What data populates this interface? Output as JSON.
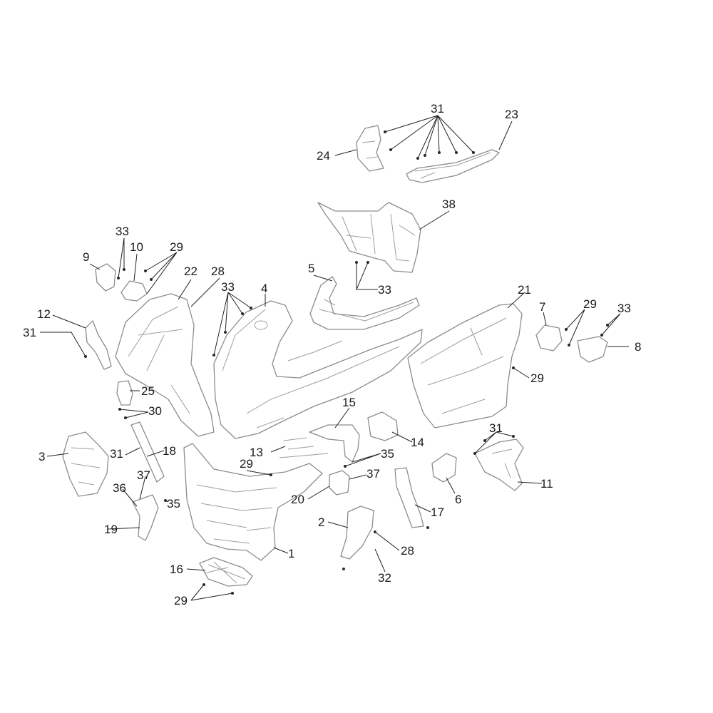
{
  "diagram": {
    "callouts": [
      {
        "id": "c1",
        "label": "1"
      },
      {
        "id": "c2",
        "label": "2"
      },
      {
        "id": "c3",
        "label": "3"
      },
      {
        "id": "c4",
        "label": "4"
      },
      {
        "id": "c5",
        "label": "5"
      },
      {
        "id": "c6",
        "label": "6"
      },
      {
        "id": "c7",
        "label": "7"
      },
      {
        "id": "c8",
        "label": "8"
      },
      {
        "id": "c9",
        "label": "9"
      },
      {
        "id": "c10",
        "label": "10"
      },
      {
        "id": "c11",
        "label": "11"
      },
      {
        "id": "c12",
        "label": "12"
      },
      {
        "id": "c13",
        "label": "13"
      },
      {
        "id": "c14",
        "label": "14"
      },
      {
        "id": "c15",
        "label": "15"
      },
      {
        "id": "c16",
        "label": "16"
      },
      {
        "id": "c17",
        "label": "17"
      },
      {
        "id": "c18",
        "label": "18"
      },
      {
        "id": "c19",
        "label": "19"
      },
      {
        "id": "c20",
        "label": "20"
      },
      {
        "id": "c21",
        "label": "21"
      },
      {
        "id": "c22",
        "label": "22"
      },
      {
        "id": "c23",
        "label": "23"
      },
      {
        "id": "c24",
        "label": "24"
      },
      {
        "id": "c25",
        "label": "25"
      },
      {
        "id": "c28a",
        "label": "28"
      },
      {
        "id": "c28b",
        "label": "28"
      },
      {
        "id": "c29a",
        "label": "29"
      },
      {
        "id": "c29b",
        "label": "29"
      },
      {
        "id": "c29c",
        "label": "29"
      },
      {
        "id": "c29d",
        "label": "29"
      },
      {
        "id": "c29e",
        "label": "29"
      },
      {
        "id": "c30",
        "label": "30"
      },
      {
        "id": "c31a",
        "label": "31"
      },
      {
        "id": "c31b",
        "label": "31"
      },
      {
        "id": "c31c",
        "label": "31"
      },
      {
        "id": "c31d",
        "label": "31"
      },
      {
        "id": "c32",
        "label": "32"
      },
      {
        "id": "c33a",
        "label": "33"
      },
      {
        "id": "c33b",
        "label": "33"
      },
      {
        "id": "c33c",
        "label": "33"
      },
      {
        "id": "c33d",
        "label": "33"
      },
      {
        "id": "c35a",
        "label": "35"
      },
      {
        "id": "c35b",
        "label": "35"
      },
      {
        "id": "c36",
        "label": "36"
      },
      {
        "id": "c37a",
        "label": "37"
      },
      {
        "id": "c37b",
        "label": "37"
      },
      {
        "id": "c38",
        "label": "38"
      }
    ]
  }
}
